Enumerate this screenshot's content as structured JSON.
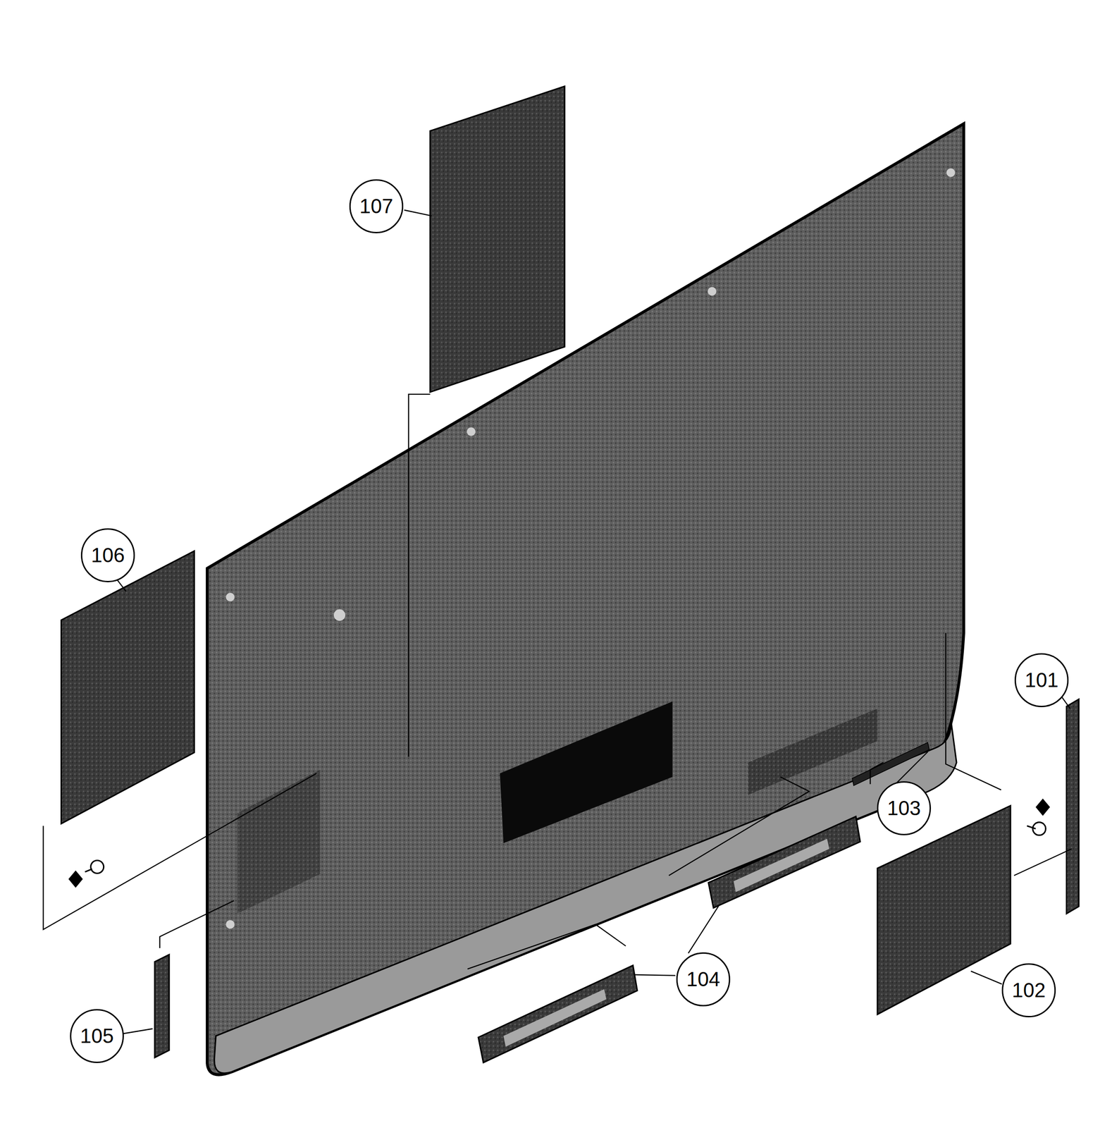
{
  "diagram": {
    "labels": [
      "107",
      "106",
      "101",
      "103",
      "104",
      "102",
      "105"
    ]
  }
}
